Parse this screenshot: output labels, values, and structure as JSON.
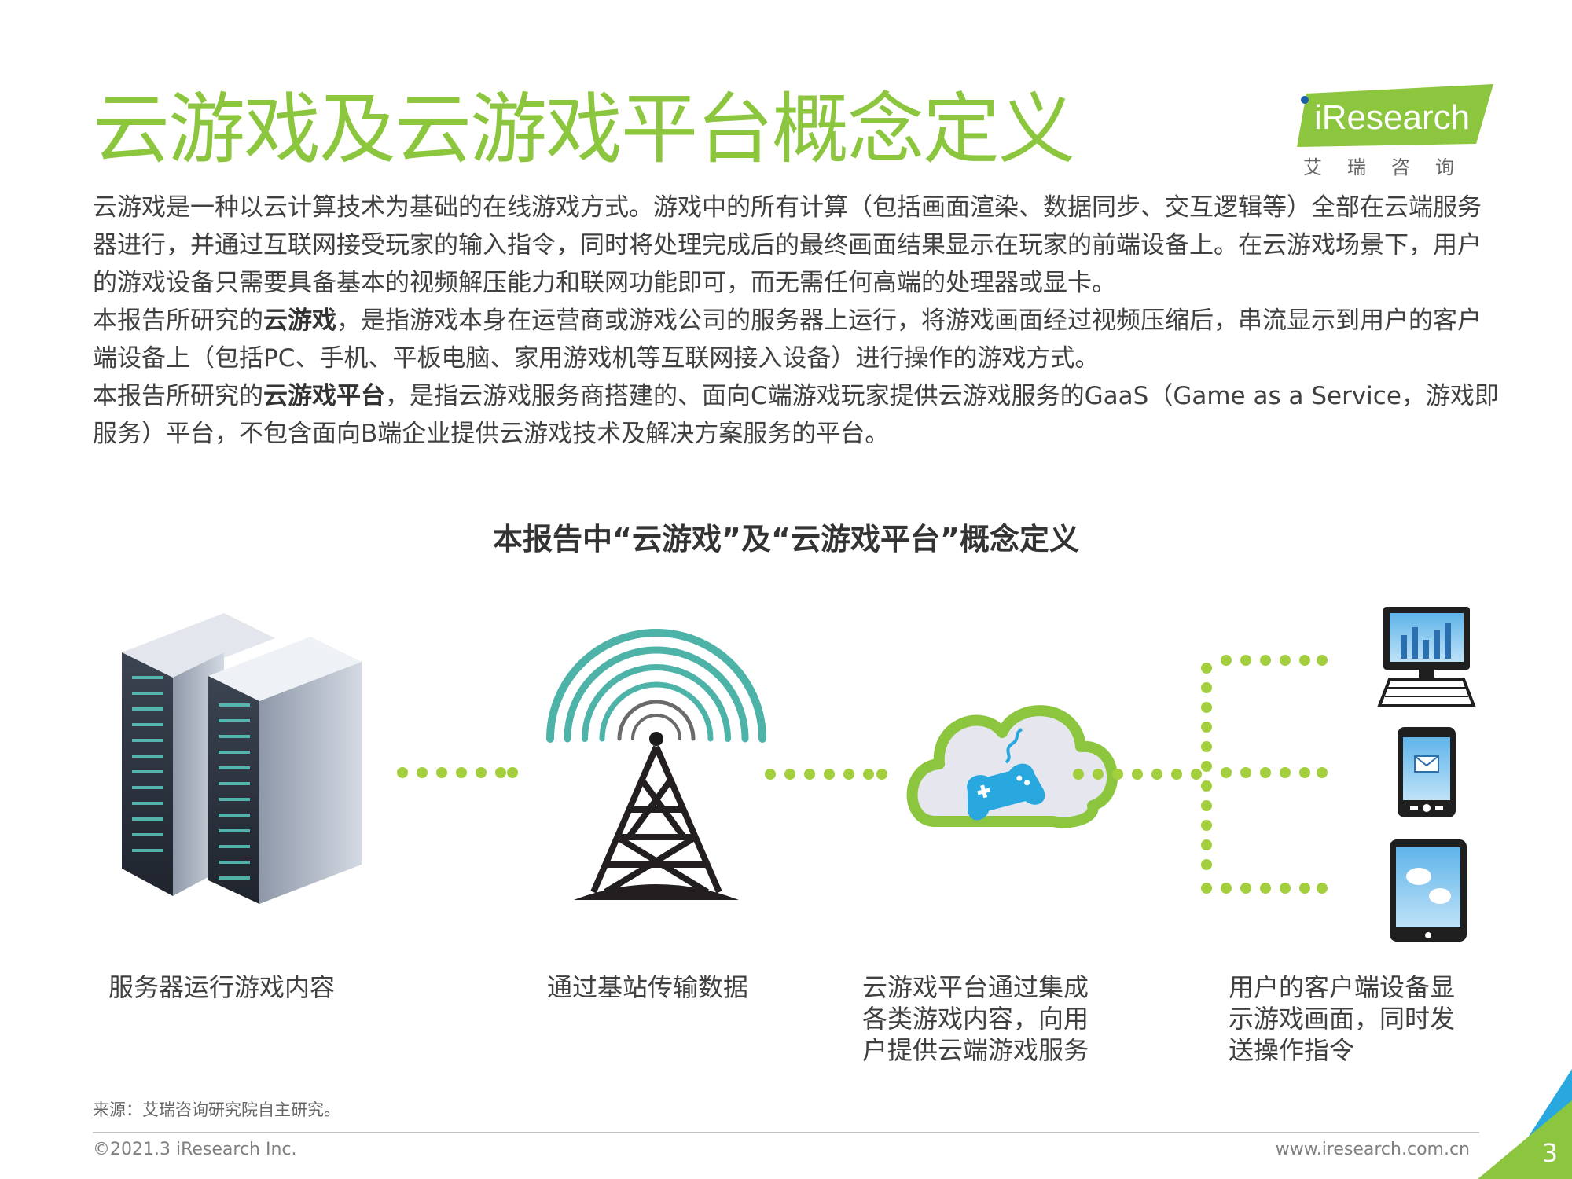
{
  "title": "云游戏及云游戏平台概念定义",
  "logo": {
    "brand": "iResearch",
    "chinese": "艾瑞咨询"
  },
  "paragraphs": {
    "p1": "云游戏是一种以云计算技术为基础的在线游戏方式。游戏中的所有计算（包括画面渲染、数据同步、交互逻辑等）全部在云端服务器进行，并通过互联网接受玩家的输入指令，同时将处理完成后的最终画面结果显示在玩家的前端设备上。在云游戏场景下，用户的游戏设备只需要具备基本的视频解压能力和联网功能即可，而无需任何高端的处理器或显卡。",
    "p2_pre": "本报告所研究的",
    "p2_bold": "云游戏",
    "p2_post": "，是指游戏本身在运营商或游戏公司的服务器上运行，将游戏画面经过视频压缩后，串流显示到用户的客户端设备上（包括PC、手机、平板电脑、家用游戏机等互联网接入设备）进行操作的游戏方式。",
    "p3_pre": "本报告所研究的",
    "p3_bold": "云游戏平台",
    "p3_post": "，是指云游戏服务商搭建的、面向C端游戏玩家提供云游戏服务的GaaS（Game as a Service，游戏即服务）平台，不包含面向B端企业提供云游戏技术及解决方案服务的平台。"
  },
  "diagram": {
    "title": "本报告中“云游戏”及“云游戏平台”概念定义",
    "captions": {
      "server": "服务器运行游戏内容",
      "tower": "通过基站传输数据",
      "cloud_l1": "云游戏平台通过集成",
      "cloud_l2": "各类游戏内容，向用",
      "cloud_l3": "户提供云端游戏服务",
      "device_l1": "用户的客户端设备显",
      "device_l2": "示游戏画面，同时发",
      "device_l3": "送操作指令"
    }
  },
  "footer": {
    "source": "来源：艾瑞咨询研究院自主研究。",
    "copyright": "©2021.3 iResearch Inc.",
    "website": "www.iresearch.com.cn",
    "page": "3"
  },
  "colors": {
    "accent_green": "#8cc63f",
    "teal": "#3aa89f",
    "blue": "#29a8e0"
  }
}
